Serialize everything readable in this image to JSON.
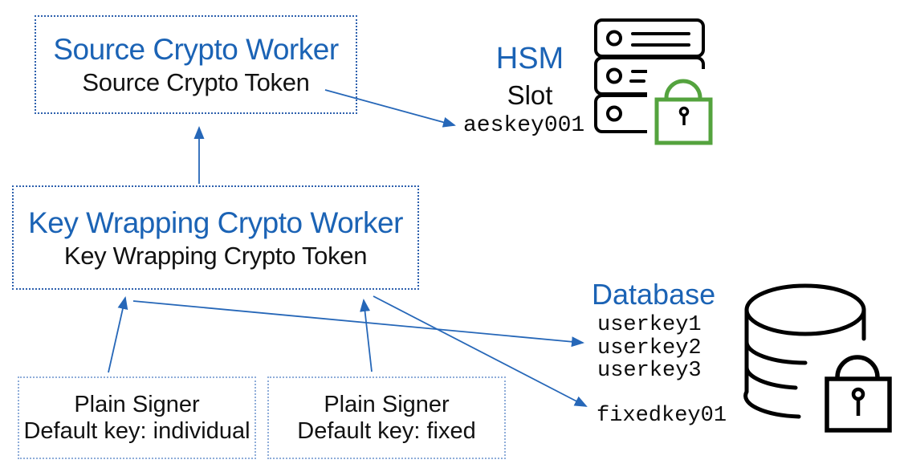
{
  "colors": {
    "accent_blue": "#1b63b5",
    "arrow_blue": "#2667b8",
    "worker_box_border_blue": "#2d60ad",
    "signer_box_border_blue": "#8fadd9",
    "padlock_green": "#54a33e",
    "icon_black": "#000000",
    "background": "#ffffff"
  },
  "boxes": {
    "source_worker": {
      "title": "Source Crypto Worker",
      "subtitle": "Source Crypto Token"
    },
    "key_wrapping_worker": {
      "title": "Key Wrapping Crypto Worker",
      "subtitle": "Key Wrapping Crypto Token"
    },
    "plain_signer_individual": {
      "line1": "Plain Signer",
      "line2": "Default key: individual"
    },
    "plain_signer_fixed": {
      "line1": "Plain Signer",
      "line2": "Default key: fixed"
    }
  },
  "hsm": {
    "label": "HSM",
    "slot_label": "Slot",
    "key_name": "aeskey001",
    "icons": [
      "server-rack-icon",
      "padlock-icon-green"
    ]
  },
  "database": {
    "label": "Database",
    "user_keys": [
      "userkey1",
      "userkey2",
      "userkey3"
    ],
    "fixed_key": "fixedkey01",
    "icons": [
      "database-cylinder-icon",
      "padlock-icon-black"
    ]
  },
  "arrows": [
    {
      "from": "source-crypto-token",
      "to": "hsm-slot-key-aeskey001"
    },
    {
      "from": "key-wrapping-crypto-worker",
      "to": "source-crypto-worker"
    },
    {
      "from": "plain-signer-individual",
      "to": "key-wrapping-crypto-worker"
    },
    {
      "from": "plain-signer-fixed",
      "to": "key-wrapping-crypto-worker"
    },
    {
      "from": "key-wrapping-crypto-worker",
      "to": "database-user-keys"
    },
    {
      "from": "key-wrapping-crypto-worker",
      "to": "database-fixed-key"
    }
  ]
}
